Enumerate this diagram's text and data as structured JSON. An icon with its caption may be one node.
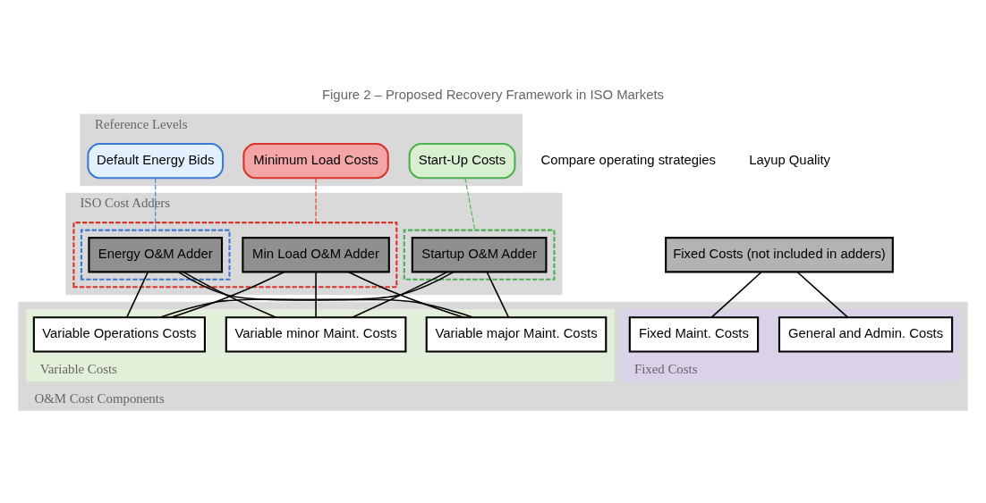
{
  "diagram": {
    "title": "Figure 2 – Proposed Recovery Framework in ISO Markets",
    "nodes": [
      {
        "text": [
          "Reference Levels"
        ]
      },
      {
        "text": [
          "Start-Up Costs"
        ],
        "in": 0
      },
      {
        "text": [
          "Minimum Load Costs"
        ],
        "in": 0
      },
      {
        "text": [
          "Default Energy Bids"
        ],
        "in": 0
      },
      {
        "text": [
          "ISO Cost Adders"
        ]
      },
      {
        "text": [],
        "shape": "box",
        "in": 4
      },
      {
        "text": [
          "Startup O&M Adder"
        ],
        "in": 5
      },
      {
        "text": [],
        "shape": "box",
        "in": 4
      },
      {
        "text": [
          "Min Load O&M Adder"
        ],
        "in": 7
      },
      {
        "text": [],
        "shape": "box",
        "in": 7
      },
      {
        "text": [
          "Energy O&M Adder"
        ],
        "in": 9
      },
      {
        "text": [
          "Fixed Costs (not included in adders)"
        ]
      },
      {
        "text": [
          "O&M Cost Components"
        ]
      },
      {
        "text": [
          "Variable Costs"
        ],
        "in": 12
      },
      {
        "text": [
          "Variable major Maint. Costs"
        ],
        "in": 13
      },
      {
        "text": [
          "Variable minor Maint. Costs"
        ],
        "in": 13
      },
      {
        "text": [
          "Variable Operations Costs"
        ],
        "in": 13
      },
      {
        "text": [
          "Fixed Costs"
        ],
        "in": 12
      },
      {
        "text": [
          "General and Admin. Costs"
        ],
        "in": 17
      },
      {
        "text": [
          "Fixed Maint. Costs"
        ],
        "in": 17
      }
    ],
    "edges": [
      {
        "from": 1,
        "to": 5,
        "arrow": "none",
        "style": "dashed",
        "color": "#4caf50"
      },
      {
        "from": 2,
        "to": 7,
        "arrow": "none",
        "style": "dashed",
        "color": "#d9342b"
      },
      {
        "from": 3,
        "to": 9,
        "arrow": "none",
        "style": "dashed",
        "color": "#3a7bd5"
      },
      {
        "from": 6,
        "to": 14,
        "arrow": "none"
      },
      {
        "from": 6,
        "to": 15,
        "arrow": "none"
      },
      {
        "from": 6,
        "to": 16,
        "arrow": "none"
      },
      {
        "from": 8,
        "to": 14,
        "arrow": "none"
      },
      {
        "from": 8,
        "to": 15,
        "arrow": "none"
      },
      {
        "from": 8,
        "to": 16,
        "arrow": "none"
      },
      {
        "from": 10,
        "to": 14,
        "arrow": "none"
      },
      {
        "from": 10,
        "to": 15,
        "arrow": "none"
      },
      {
        "from": 10,
        "to": 16,
        "arrow": "none"
      },
      {
        "from": 11,
        "to": 18,
        "arrow": "none"
      },
      {
        "from": 11,
        "to": 19,
        "arrow": "none"
      }
    ],
    "labels": [
      "Compare operating strategies",
      "Layup Quality"
    ]
  }
}
